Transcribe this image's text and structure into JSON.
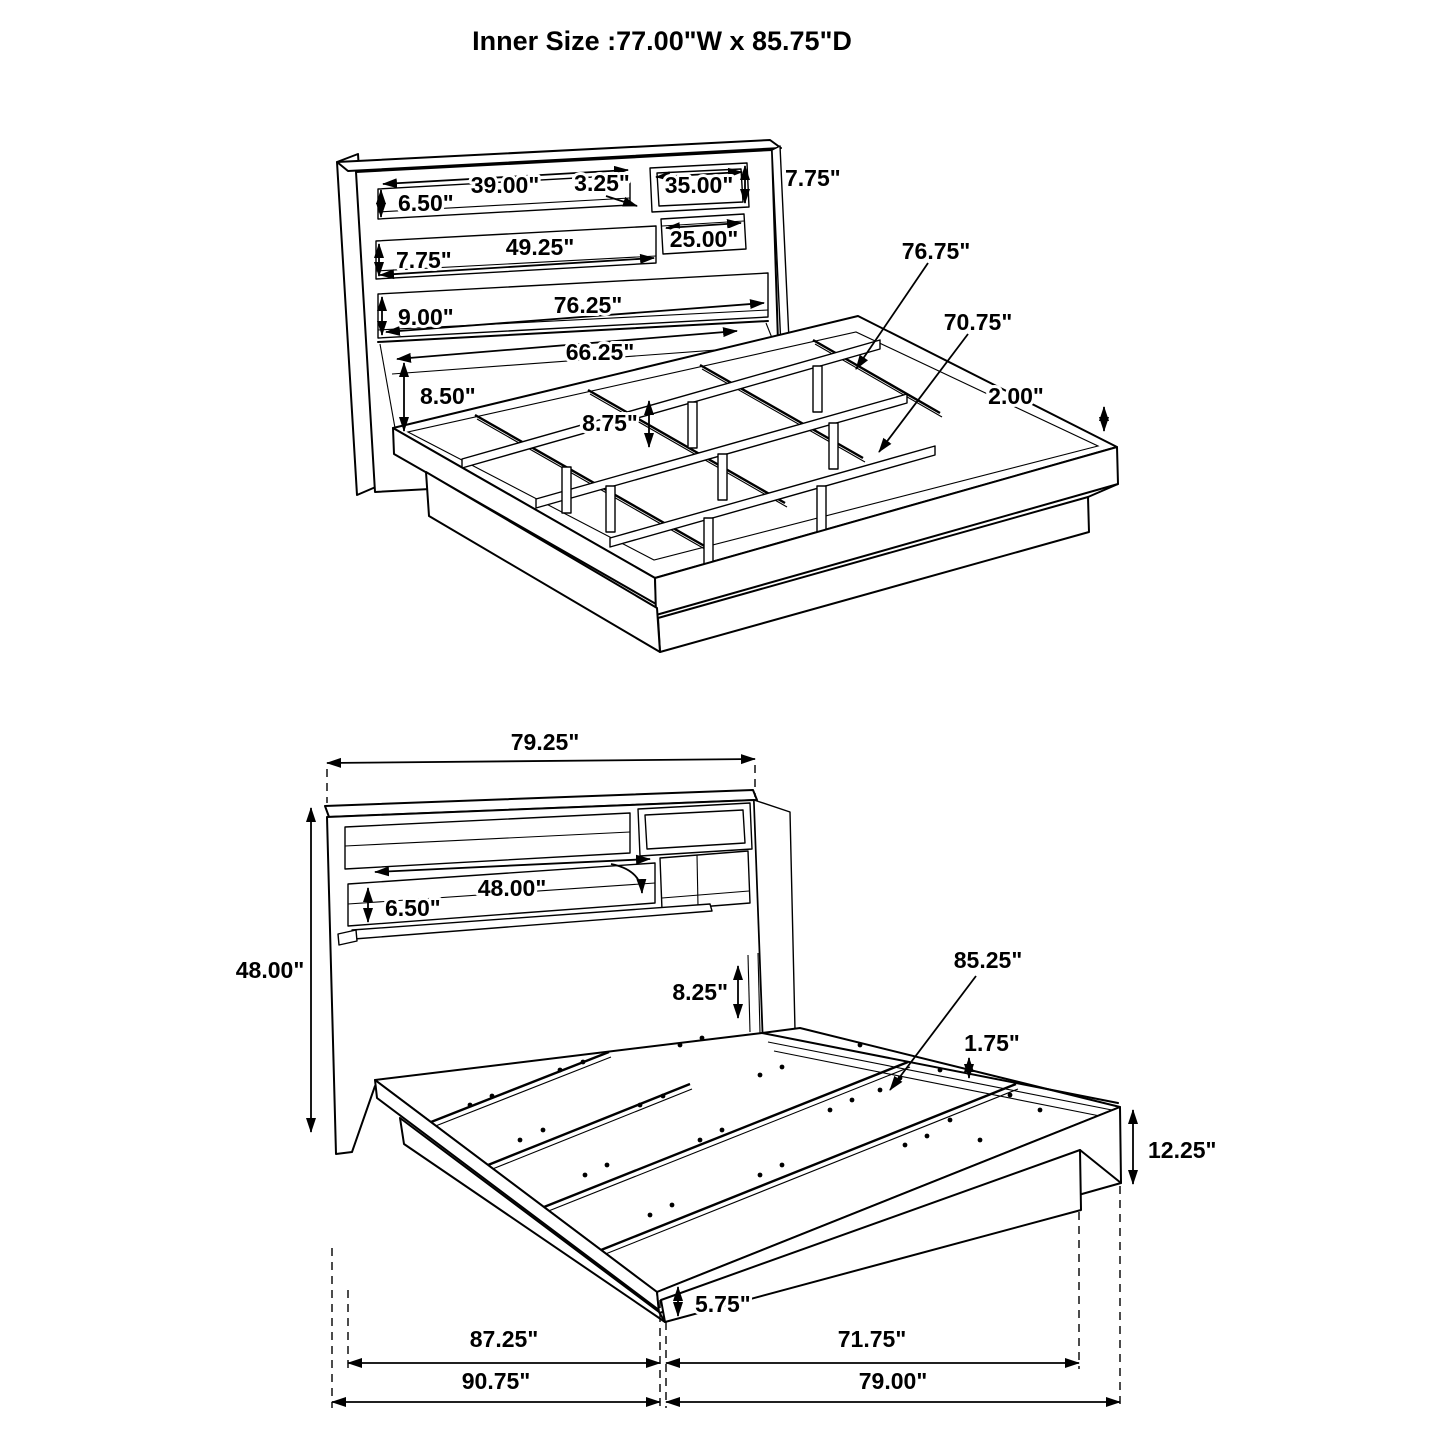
{
  "title": "Inner Size :77.00\"W x 85.75\"D",
  "colors": {
    "ink": "#000000",
    "background": "#ffffff"
  },
  "isometric_view": {
    "description": "bed frame with bookcase headboard, slat rails and support legs",
    "dims": {
      "shelf1_height": "6.50\"",
      "shelf1_width": "39.00\"",
      "shelf_divider": "3.25\"",
      "top_compartment_width": "35.00\"",
      "top_compartment_height": "7.75\"",
      "shelf2_height": "7.75\"",
      "shelf2_width": "49.25\"",
      "right_compartment_width": "25.00\"",
      "shelf3_height": "9.00\"",
      "shelf3_width": "76.25\"",
      "bottom_opening_width": "66.25\"",
      "bottom_opening_height": "8.50\"",
      "support_leg_height": "8.75\"",
      "frame_outer_length": "76.75\"",
      "frame_inner_length": "70.75\"",
      "rail_lip_thickness": "2.00\""
    }
  },
  "front_view": {
    "description": "bed frame front perspective with overall dimensions",
    "dims": {
      "overall_width": "79.25\"",
      "headboard_height": "48.00\"",
      "shelf_opening_width": "48.00\"",
      "shelf_opening_height": "6.50\"",
      "deck_to_shelf_gap": "8.25\"",
      "deck_length": "85.25\"",
      "deck_lip": "1.75\"",
      "platform_side_height": "12.25\"",
      "base_height": "5.75\"",
      "upper_left_span": "87.25\"",
      "upper_right_span": "71.75\"",
      "lower_left_span": "90.75\"",
      "lower_right_span": "79.00\""
    }
  }
}
